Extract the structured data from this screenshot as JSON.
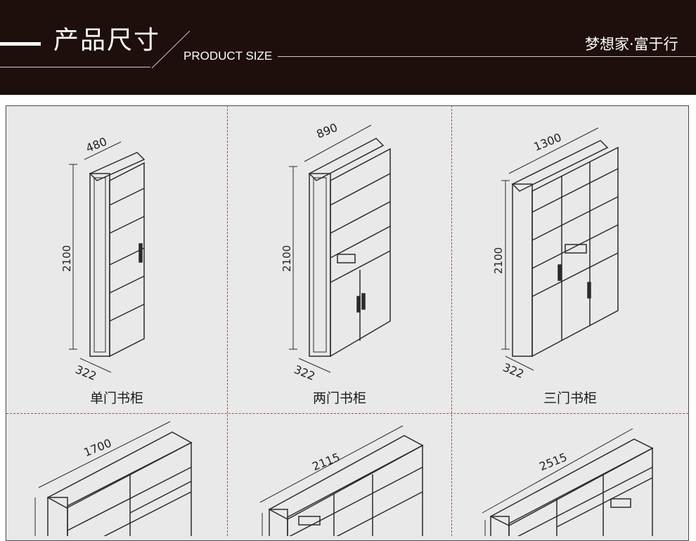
{
  "header": {
    "title": "产品尺寸",
    "subtitle": "PRODUCT SIZE",
    "slogan": "梦想家·富于行"
  },
  "products": [
    {
      "name": "单门书柜",
      "width": "480",
      "height": "2100",
      "depth": "322"
    },
    {
      "name": "两门书柜",
      "width": "890",
      "height": "2100",
      "depth": "322"
    },
    {
      "name": "三门书柜",
      "width": "1300",
      "height": "2100",
      "depth": "322"
    },
    {
      "width": "1700"
    },
    {
      "width": "2115"
    },
    {
      "width": "2515"
    }
  ]
}
